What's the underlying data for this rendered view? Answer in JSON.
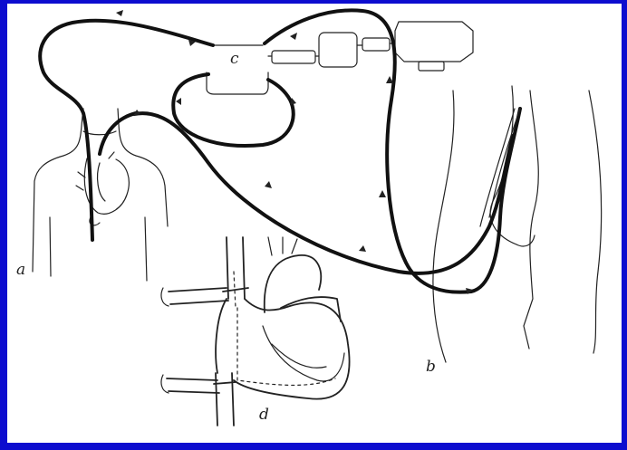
{
  "labels": {
    "a": "a",
    "b": "b",
    "c": "c",
    "d": "d"
  },
  "colors": {
    "frame": "#0d0dcf",
    "panel": "#ffffff",
    "ink": "#111111"
  }
}
